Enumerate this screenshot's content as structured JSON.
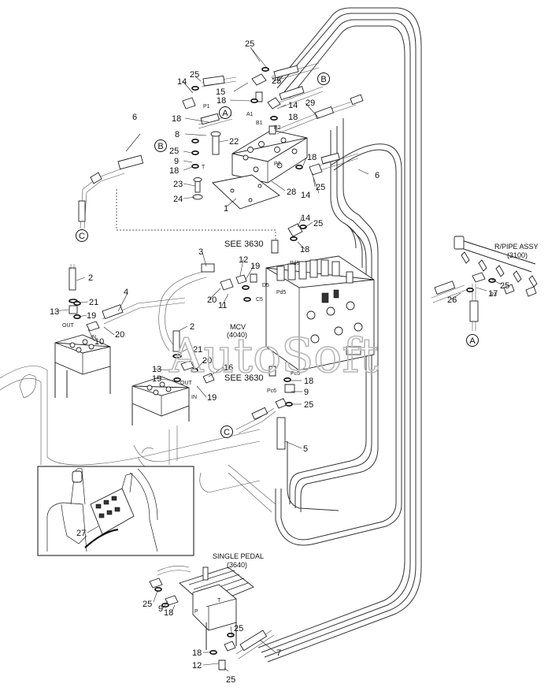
{
  "watermark": "AutoSoft",
  "callouts": {
    "c25_top": "25",
    "c14a": "14",
    "c25a": "25",
    "c15": "15",
    "c25b": "25",
    "c18a": "18",
    "c14b": "14",
    "c29": "29",
    "c18b": "18",
    "c8": "8",
    "c22": "22",
    "c6a": "6",
    "c25c": "25",
    "c9a": "9",
    "c18c": "18",
    "c23": "23",
    "c24": "24",
    "c1": "1",
    "c28": "28",
    "c18d": "18",
    "c25d": "25",
    "c14c": "14",
    "c6b": "6",
    "c14d": "14",
    "c25e": "25",
    "c18e": "18",
    "c3": "3",
    "c12a": "12",
    "c19a": "19",
    "c2a": "2",
    "c21a": "21",
    "c13a": "13",
    "c19b": "19",
    "c4": "4",
    "c10": "10",
    "c20a": "20",
    "c11": "11",
    "c20b": "20",
    "c2b": "2",
    "c21b": "21",
    "c20c": "20",
    "c16": "16",
    "c13b": "13",
    "c19c": "19",
    "c19d": "19",
    "c18f": "18",
    "c9b": "9",
    "c25f": "25",
    "c5": "5",
    "c27": "27",
    "c25g": "25",
    "c9c": "9",
    "c18g": "18",
    "c25h": "25",
    "c18h": "18",
    "c12b": "12",
    "c25i": "25",
    "c7": "7",
    "c26": "26",
    "c17": "17",
    "c25j": "25"
  },
  "port_labels": {
    "P1": "P1",
    "A1": "A1",
    "B1": "B1",
    "B2": "B2",
    "T": "T",
    "P2": "P2",
    "Pd5a": "Pd5",
    "Pd5b": "Pd5",
    "D5": "D5",
    "C5": "C5",
    "Pc5": "Pc5",
    "Pc6": "Pc6",
    "OUT1": "OUT",
    "IN1": "IN",
    "OUT2": "OUT",
    "IN2": "IN",
    "T2": "T",
    "P3": "P",
    "R3": "R3"
  },
  "connectors": {
    "A1": "A",
    "A2": "A",
    "B1": "B",
    "B2": "B",
    "C1": "C",
    "C2": "C"
  },
  "references": {
    "see_3630_a": "SEE 3630",
    "see_3630_b": "SEE 3630",
    "mcv": "MCV",
    "mcv_no": "(4040)",
    "single_pedal": "SINGLE PEDAL",
    "single_pedal_no": "(3640)",
    "rpipe": "R/PIPE ASSY",
    "rpipe_no": "(3100)"
  }
}
